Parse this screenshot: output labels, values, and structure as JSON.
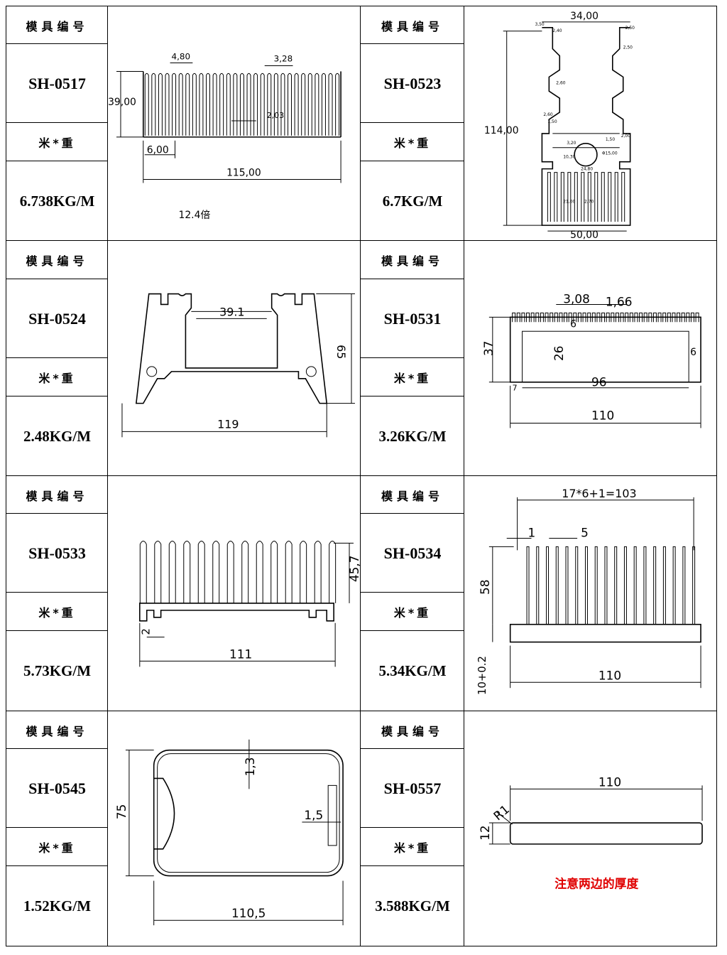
{
  "labels": {
    "mold_no": "模具编号",
    "weight": "米*重"
  },
  "products": [
    {
      "code": "SH-0517",
      "weight": "6.738KG/M",
      "note": "12.4倍",
      "dims": {
        "fin_w": "4,80",
        "gap": "3,28",
        "inner": "2,03",
        "height": "39,00",
        "base": "6,00",
        "width": "115,00"
      }
    },
    {
      "code": "SH-0523",
      "weight": "6.7KG/M",
      "dims": {
        "top": "34,00",
        "height": "114,00",
        "bottom": "50,00",
        "s1": "3,50",
        "s2": "2,50",
        "s3": "2,40",
        "s4": "2,50",
        "s5": "2,60",
        "s6": "2,60",
        "s7": "1,50",
        "s8": "3,20",
        "s9": "10,30",
        "s10": "Φ15,00",
        "s11": "24,80",
        "s12": "1,50",
        "s13": "2,00",
        "s14": "21,00",
        "s15": "2,70"
      }
    },
    {
      "code": "SH-0524",
      "weight": "2.48KG/M",
      "dims": {
        "inner": "39.1",
        "height": "65",
        "width": "119"
      }
    },
    {
      "code": "SH-0531",
      "weight": "3.26KG/M",
      "dims": {
        "pitch": "3,08",
        "gap": "1,66",
        "fin": "6",
        "height": "37",
        "inner_h": "26",
        "side": "6",
        "wall": "7",
        "inner_w": "96",
        "width": "110"
      }
    },
    {
      "code": "SH-0533",
      "weight": "5.73KG/M",
      "dims": {
        "height": "45,7",
        "foot": "2",
        "width": "111"
      }
    },
    {
      "code": "SH-0534",
      "weight": "5.34KG/M",
      "dims": {
        "top": "17*6+1=103",
        "fin": "1",
        "pitch": "5",
        "fin_h": "58",
        "base": "10+0.2",
        "width": "110"
      }
    },
    {
      "code": "SH-0545",
      "weight": "1.52KG/M",
      "dims": {
        "wall_top": "1,3",
        "wall_side": "1,5",
        "height": "75",
        "width": "110,5"
      }
    },
    {
      "code": "SH-0557",
      "weight": "3.588KG/M",
      "note": "注意两边的厚度",
      "dims": {
        "width": "110",
        "radius": "R1",
        "height": "12"
      }
    }
  ],
  "colors": {
    "note": "#e00000",
    "line": "#000000"
  }
}
